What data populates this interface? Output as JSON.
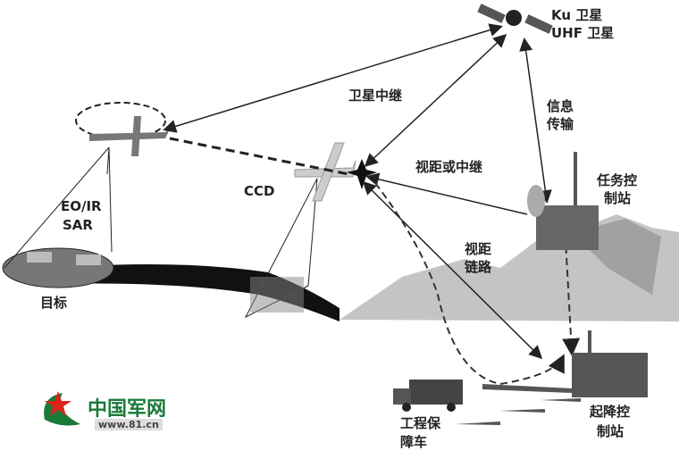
{
  "labels": {
    "satellite": [
      "Ku 卫星",
      "UHF 卫星"
    ],
    "sat_relay": "卫星中继",
    "info_transfer": [
      "信息",
      "传输"
    ],
    "los_or_relay": "视距或中继",
    "mission_station": [
      "任务控",
      "制站"
    ],
    "ccd": "CCD",
    "eo_ir": "EO/IR",
    "sar": "SAR",
    "target": "目标",
    "los_link": [
      "视距",
      "链路"
    ],
    "launch_station": [
      "起降控",
      "制站"
    ],
    "eng_vehicle": [
      "工程保",
      "障车"
    ]
  },
  "logo": {
    "name": "中国军网",
    "url": "www.81.cn"
  },
  "colors": {
    "line": "#222222",
    "mountain": "#bbbbbb",
    "logo_green": "#1a7a3a",
    "star_red": "#d8261c"
  }
}
